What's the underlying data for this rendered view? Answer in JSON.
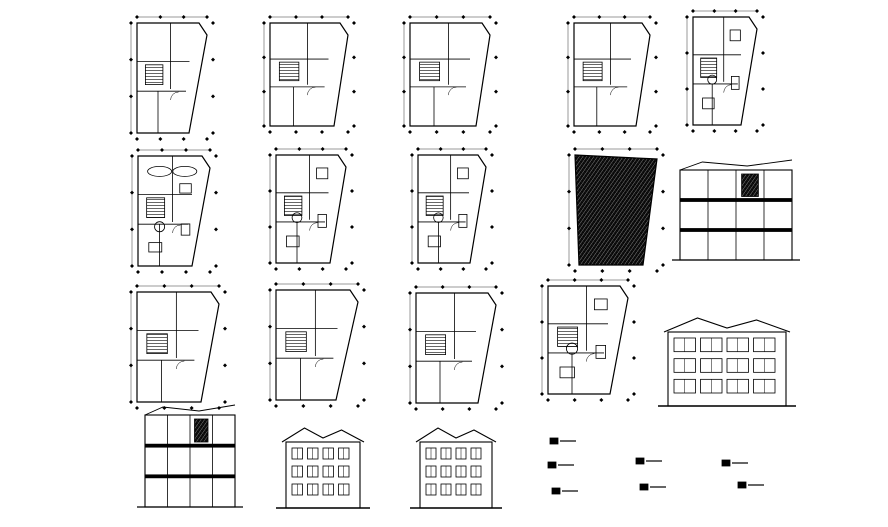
{
  "title": "",
  "colors": {
    "line": "#000000",
    "background": "#ffffff"
  },
  "sheet": {
    "floor_plans": [
      {
        "id": "plan-r1-c1",
        "kind": "floor-plan"
      },
      {
        "id": "plan-r1-c2",
        "kind": "floor-plan"
      },
      {
        "id": "plan-r1-c3",
        "kind": "floor-plan"
      },
      {
        "id": "plan-r1-c4",
        "kind": "floor-plan"
      },
      {
        "id": "plan-r1-c5",
        "kind": "furnished-floor-plan"
      },
      {
        "id": "plan-r2-c1",
        "kind": "parking-floor-plan"
      },
      {
        "id": "plan-r2-c2",
        "kind": "furnished-floor-plan"
      },
      {
        "id": "plan-r2-c3",
        "kind": "furnished-floor-plan"
      },
      {
        "id": "plan-r2-c4",
        "kind": "hatched-roof-plan"
      },
      {
        "id": "plan-r3-c1",
        "kind": "floor-plan"
      },
      {
        "id": "plan-r3-c2",
        "kind": "floor-plan"
      },
      {
        "id": "plan-r3-c3",
        "kind": "floor-plan"
      },
      {
        "id": "plan-r3-c4",
        "kind": "furnished-floor-plan"
      }
    ],
    "sections": [
      {
        "id": "section-r2-c5",
        "kind": "building-section"
      },
      {
        "id": "section-r4-c1",
        "kind": "building-section"
      }
    ],
    "elevations": [
      {
        "id": "elevation-r3-c5",
        "kind": "front-elevation"
      },
      {
        "id": "elevation-r4-c2",
        "kind": "side-elevation"
      },
      {
        "id": "elevation-r4-c3",
        "kind": "side-elevation"
      }
    ],
    "legend_notes": [
      {
        "id": "note-1"
      },
      {
        "id": "note-2"
      },
      {
        "id": "note-3"
      },
      {
        "id": "note-4"
      },
      {
        "id": "note-5"
      },
      {
        "id": "note-6"
      },
      {
        "id": "note-7"
      }
    ]
  }
}
